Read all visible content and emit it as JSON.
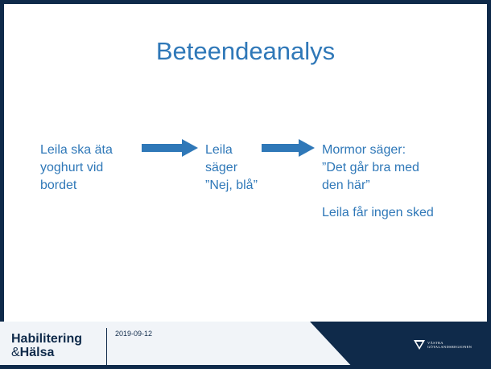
{
  "slide": {
    "title": "Beteendeanalys",
    "step1": "Leila ska äta\nyoghurt vid\nbordet",
    "step2": "Leila\nsäger\n”Nej, blå”",
    "step3": "Mormor säger:\n”Det går bra med\nden här”",
    "step3_followup": "Leila får ingen sked"
  },
  "footer": {
    "logo_line1": "Habilitering",
    "logo_amp": "&",
    "logo_line2": "Hälsa",
    "date": "2019-09-12",
    "region_line1": "VÄSTRA",
    "region_line2": "GÖTALANDSREGIONEN",
    "region_logo_icon": "vastra-gotalandsregionen-logo-icon"
  },
  "colors": {
    "accent": "#2f78b8",
    "frame": "#0f2a4a",
    "footer_bg": "#f1f4f8"
  }
}
